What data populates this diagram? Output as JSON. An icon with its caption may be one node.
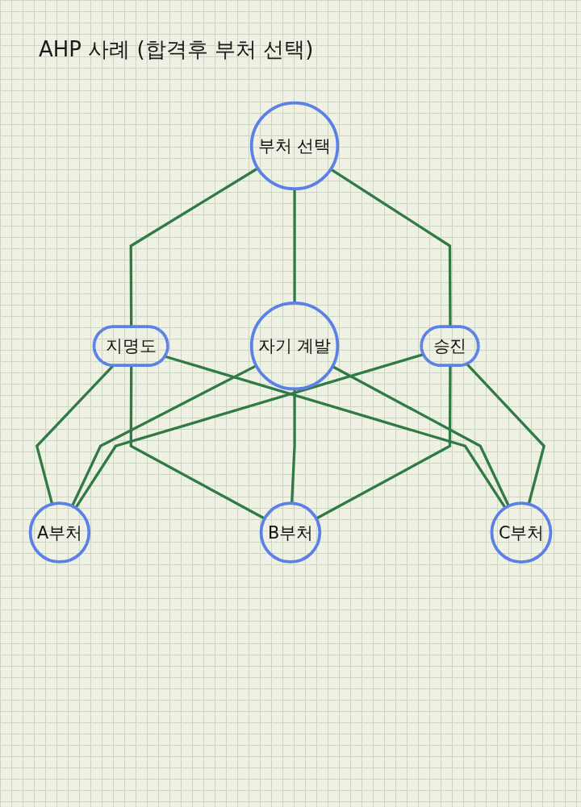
{
  "diagram": {
    "title": "AHP 사례 (합격후 부처 선택)",
    "nodes": [
      {
        "text": [
          "부처 선택"
        ]
      },
      {
        "text": [
          "지명도"
        ]
      },
      {
        "text": [
          "자기 계발"
        ]
      },
      {
        "text": [
          "승진"
        ]
      },
      {
        "text": [
          "A부처"
        ]
      },
      {
        "text": [
          "B부처"
        ]
      },
      {
        "text": [
          "C부처"
        ]
      }
    ],
    "edges": [
      {
        "from": 0,
        "to": 1,
        "arrow": "none"
      },
      {
        "from": 0,
        "to": 2,
        "arrow": "none"
      },
      {
        "from": 0,
        "to": 3,
        "arrow": "none"
      },
      {
        "from": 1,
        "to": 4,
        "arrow": "none"
      },
      {
        "from": 1,
        "to": 5,
        "arrow": "none"
      },
      {
        "from": 1,
        "to": 6,
        "arrow": "none"
      },
      {
        "from": 2,
        "to": 4,
        "arrow": "none"
      },
      {
        "from": 2,
        "to": 5,
        "arrow": "none"
      },
      {
        "from": 2,
        "to": 6,
        "arrow": "none"
      },
      {
        "from": 3,
        "to": 4,
        "arrow": "none"
      },
      {
        "from": 3,
        "to": 5,
        "arrow": "none"
      },
      {
        "from": 3,
        "to": 6,
        "arrow": "none"
      }
    ]
  }
}
